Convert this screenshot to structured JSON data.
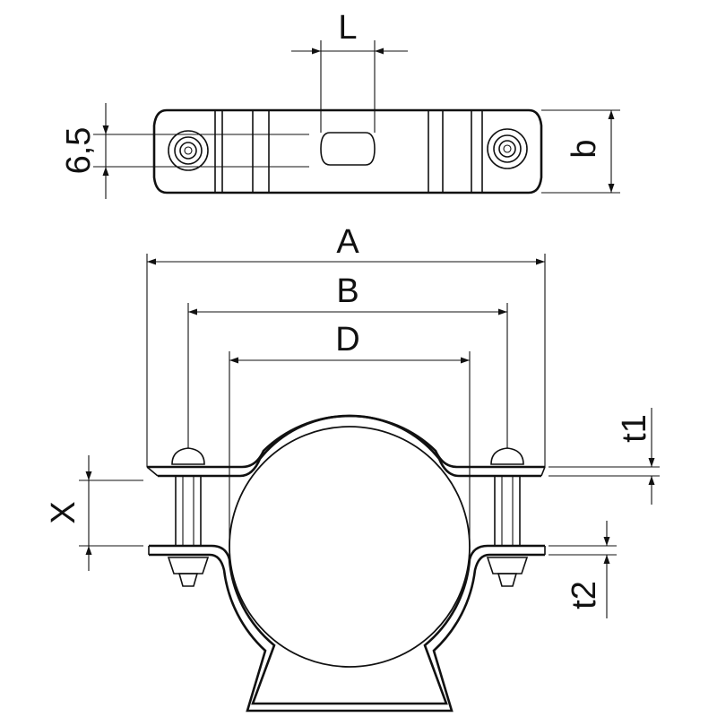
{
  "labels": {
    "L": "L",
    "six_five": "6,5",
    "b": "b",
    "A": "A",
    "B": "B",
    "D": "D",
    "t1": "t1",
    "X": "X",
    "t2": "t2"
  }
}
